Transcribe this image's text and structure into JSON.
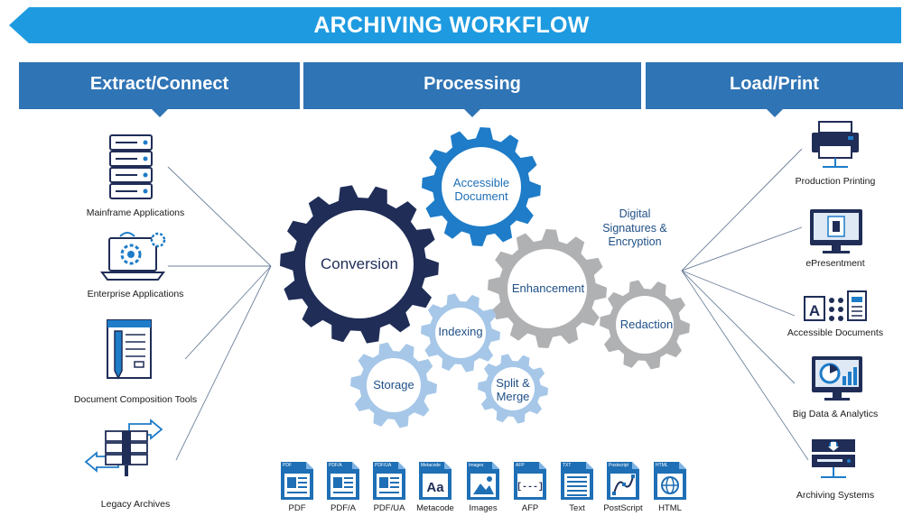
{
  "title": "ARCHIVING WORKFLOW",
  "columns": {
    "extract": "Extract/Connect",
    "processing": "Processing",
    "load": "Load/Print"
  },
  "sources": [
    {
      "label": "Mainframe Applications",
      "icon": "server-rack-icon"
    },
    {
      "label": "Enterprise Applications",
      "icon": "laptop-gears-icon"
    },
    {
      "label": "Document Composition Tools",
      "icon": "document-pen-icon"
    },
    {
      "label": "Legacy Archives",
      "icon": "archive-transfer-icon"
    }
  ],
  "gears": {
    "accessible_document": [
      "Accessible",
      "Document"
    ],
    "conversion": "Conversion",
    "enhancement": "Enhancement",
    "redaction": "Redaction",
    "indexing": "Indexing",
    "storage": "Storage",
    "split_merge": [
      "Split &",
      "Merge"
    ],
    "digital_signatures": [
      "Digital",
      "Signatures &",
      "Encryption"
    ]
  },
  "file_types": [
    {
      "tag": "PDF",
      "label": "PDF",
      "glyph": "pdf"
    },
    {
      "tag": "PDF/A",
      "label": "PDF/A",
      "glyph": "pdf"
    },
    {
      "tag": "PDF/UA",
      "label": "PDF/UA",
      "glyph": "pdf"
    },
    {
      "tag": "Metacode",
      "label": "Metacode",
      "glyph": "Aa"
    },
    {
      "tag": "Images",
      "label": "Images",
      "glyph": "image"
    },
    {
      "tag": "AFP",
      "label": "AFP",
      "glyph": "[---]"
    },
    {
      "tag": "TXT",
      "label": "Text",
      "glyph": "text"
    },
    {
      "tag": "Postscript",
      "label": "PostScript",
      "glyph": "ps"
    },
    {
      "tag": "HTML",
      "label": "HTML",
      "glyph": "globe"
    }
  ],
  "destinations": [
    {
      "label": "Production Printing",
      "icon": "printer-icon"
    },
    {
      "label": "ePresentment",
      "icon": "monitor-document-icon"
    },
    {
      "label": "Accessible Documents",
      "icon": "accessibility-icon"
    },
    {
      "label": "Big Data & Analytics",
      "icon": "analytics-monitor-icon"
    },
    {
      "label": "Archiving Systems",
      "icon": "archive-server-icon"
    }
  ],
  "colors": {
    "header_blue": "#2f74b5",
    "banner_blue": "#1e9be0",
    "navy": "#1f2d57",
    "mid_blue": "#1e7cc8",
    "gray": "#b0b1b3",
    "light_blue": "#a6c7e8"
  }
}
